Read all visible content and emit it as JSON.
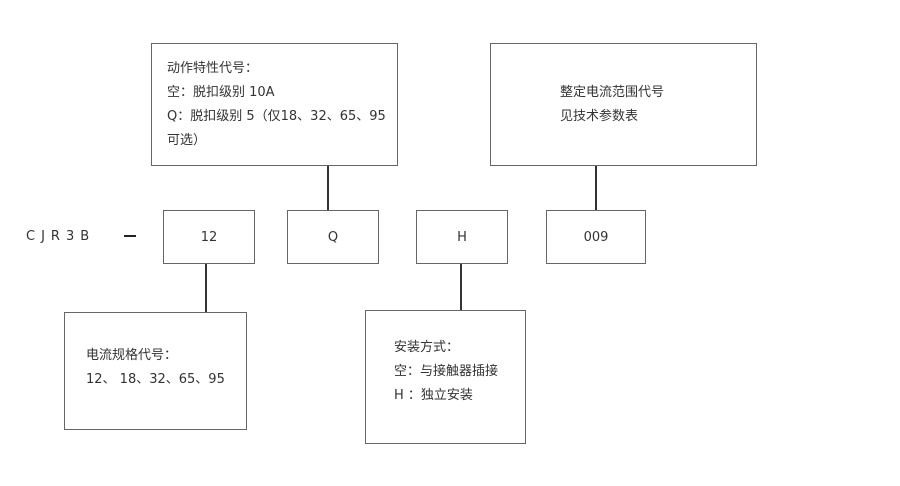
{
  "prefix": "CJR3B",
  "dash": "–",
  "codes": {
    "spec": "12",
    "trip": "Q",
    "mount": "H",
    "setting": "009"
  },
  "top_left_box": {
    "title": "动作特性代号：",
    "line1": "空：脱扣级别 10A",
    "line2": "Q：脱扣级别 5（仅18、32、65、95",
    "line3": "可选）"
  },
  "top_right_box": {
    "line1": "整定电流范围代号",
    "line2": "见技术参数表"
  },
  "bottom_left_box": {
    "title": "电流规格代号：",
    "line1": "12、 18、32、65、95"
  },
  "bottom_mid_box": {
    "title": "安装方式：",
    "line1": "空：与接触器插接",
    "line2": "H ：独立安装"
  }
}
